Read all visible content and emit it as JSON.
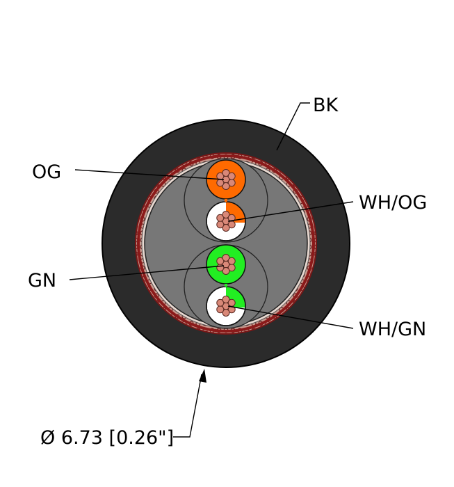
{
  "labels": {
    "outer_jacket": "BK",
    "pair1_color": "OG",
    "pair1_stripe": "WH/OG",
    "pair2_color": "GN",
    "pair2_stripe": "WH/GN",
    "diameter": "Ø 6.73 [0.26\"]"
  },
  "colors": {
    "jacket": "#2b2b2b",
    "filler": "#777777",
    "shield": "#8b1a1a",
    "orange": "#ff6a00",
    "green": "#22ee22",
    "white": "#ffffff",
    "copper": "#d98878"
  }
}
